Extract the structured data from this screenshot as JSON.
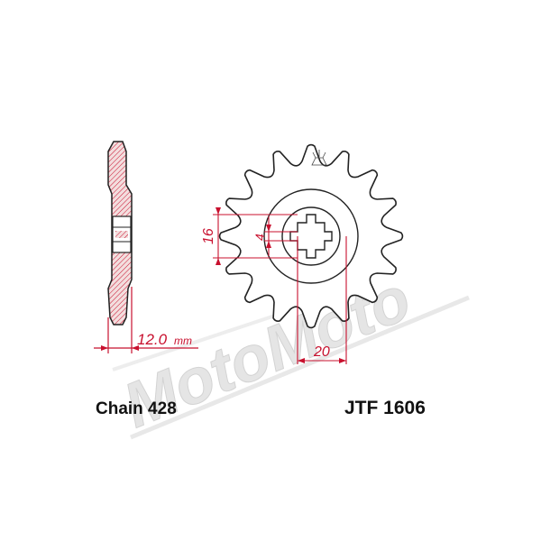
{
  "watermark": {
    "text": "MotoMoto",
    "color": "#d9d9d9"
  },
  "colors": {
    "outline": "#222222",
    "hatch": "#c8102e",
    "dimension": "#c8102e",
    "shading": "#e8d2d2"
  },
  "side_view": {
    "thickness_value": "12.0",
    "thickness_unit": "mm"
  },
  "front_view": {
    "dim_small": "4",
    "dim_height": "16",
    "dim_width": "20"
  },
  "captions": {
    "chain": "Chain 428",
    "part_number": "JTF 1606"
  }
}
